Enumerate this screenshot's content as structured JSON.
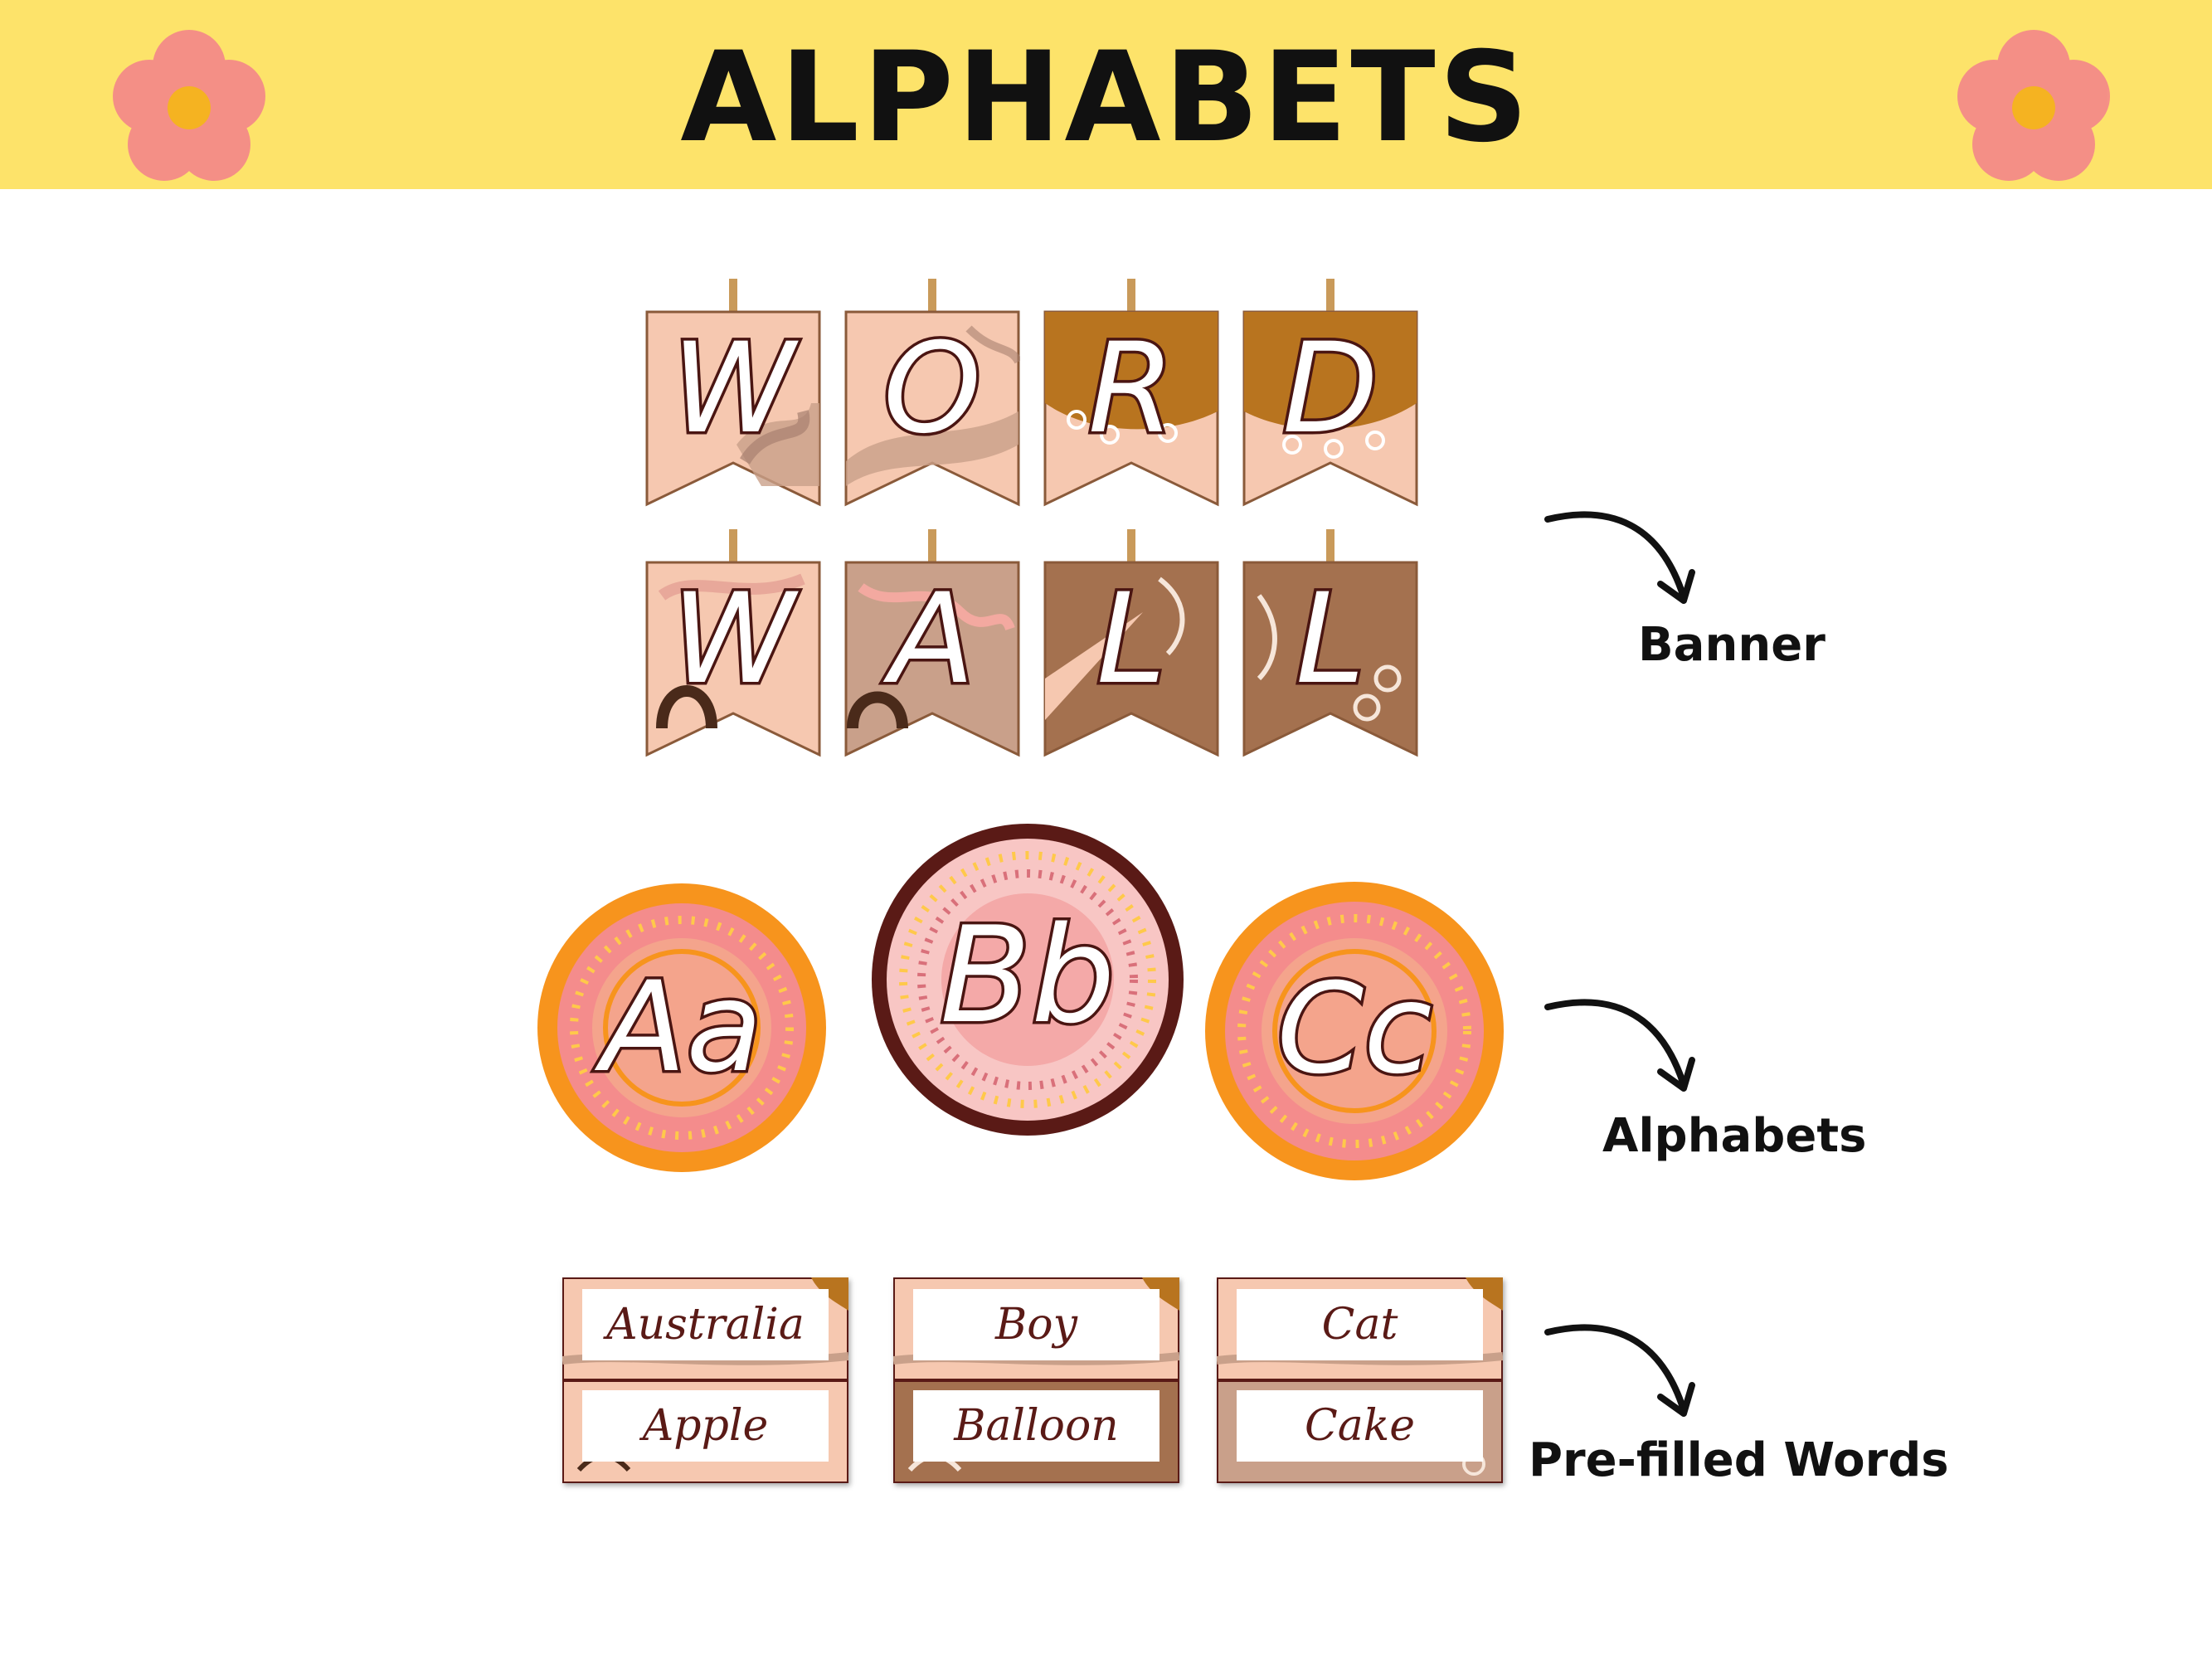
{
  "header": {
    "title": "ALPHABETS",
    "bg_color": "#fde36a",
    "flower_icon": "flower-icon"
  },
  "banner": {
    "rows": [
      [
        "W",
        "O",
        "R",
        "D"
      ],
      [
        "W",
        "A",
        "L",
        "L"
      ]
    ],
    "label": "Banner"
  },
  "alphabets": {
    "letters": [
      "Aa",
      "Bb",
      "Cc"
    ],
    "label": "Alphabets"
  },
  "words": {
    "cards": [
      {
        "top": "Australia",
        "bottom": "Apple"
      },
      {
        "top": "Boy",
        "bottom": "Balloon"
      },
      {
        "top": "Cat",
        "bottom": "Cake"
      }
    ],
    "label": "Pre-filled Words"
  },
  "colors": {
    "peach": "#f6c8b0",
    "brown": "#b8741f",
    "dark_brown": "#4a1512",
    "orange": "#f7941d",
    "pink": "#f48c8c"
  }
}
